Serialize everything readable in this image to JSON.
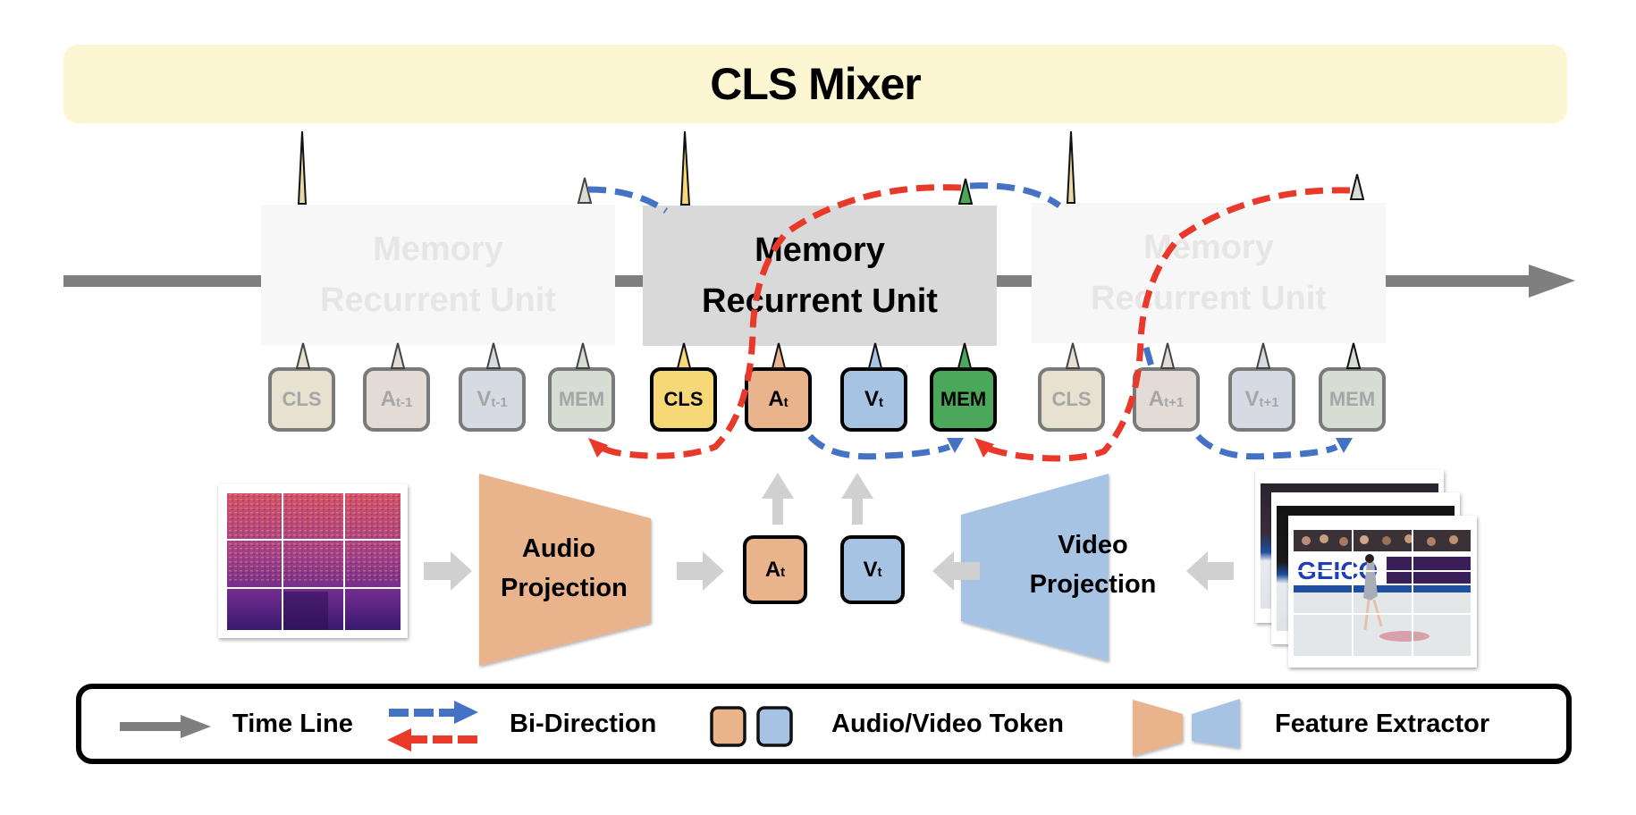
{
  "title": "CLS Mixer",
  "colors": {
    "mixer_bg": "#fdf6d3",
    "timeline": "#7f7f7f",
    "forward_arrow": "#4472c4",
    "backward_arrow": "#e8392a",
    "audio": "#e9b48b",
    "video": "#a6c3e3",
    "cls": "#f6d976",
    "mem": "#4ba85a",
    "input_arrow": "#d0d0d0"
  },
  "memory_units": [
    {
      "label_line1": "Memory",
      "label_line2": "Recurrent Unit",
      "state": "ghost",
      "step": "t-1"
    },
    {
      "label_line1": "Memory",
      "label_line2": "Recurrent Unit",
      "state": "active",
      "step": "t"
    },
    {
      "label_line1": "Memory",
      "label_line2": "Recurrent Unit",
      "state": "ghost",
      "step": "t+1"
    }
  ],
  "token_groups": [
    {
      "state": "ghost",
      "tokens": [
        {
          "main": "CLS",
          "sub": "",
          "type": "cls"
        },
        {
          "main": "A",
          "sub": "t-1",
          "type": "audio"
        },
        {
          "main": "V",
          "sub": "t-1",
          "type": "video"
        },
        {
          "main": "MEM",
          "sub": "",
          "type": "mem"
        }
      ]
    },
    {
      "state": "active",
      "tokens": [
        {
          "main": "CLS",
          "sub": "",
          "type": "cls"
        },
        {
          "main": "A",
          "sub": "t",
          "type": "audio"
        },
        {
          "main": "V",
          "sub": "t",
          "type": "video"
        },
        {
          "main": "MEM",
          "sub": "",
          "type": "mem"
        }
      ]
    },
    {
      "state": "ghost",
      "tokens": [
        {
          "main": "CLS",
          "sub": "",
          "type": "cls"
        },
        {
          "main": "A",
          "sub": "t+1",
          "type": "audio"
        },
        {
          "main": "V",
          "sub": "t+1",
          "type": "video"
        },
        {
          "main": "MEM",
          "sub": "",
          "type": "mem"
        }
      ]
    }
  ],
  "input_tokens": [
    {
      "main": "A",
      "sub": "t"
    },
    {
      "main": "V",
      "sub": "t"
    }
  ],
  "audio_projection": {
    "line1": "Audio",
    "line2": "Projection"
  },
  "video_projection": {
    "line1": "Video",
    "line2": "Projection"
  },
  "inputs": {
    "audio": "spectrogram-image",
    "video": "video-frames-image",
    "video_overlay_text": "GEICO"
  },
  "legend": {
    "timeline": "Time Line",
    "bidirection": "Bi-Direction",
    "token": "Audio/Video Token",
    "extractor": "Feature Extractor"
  }
}
